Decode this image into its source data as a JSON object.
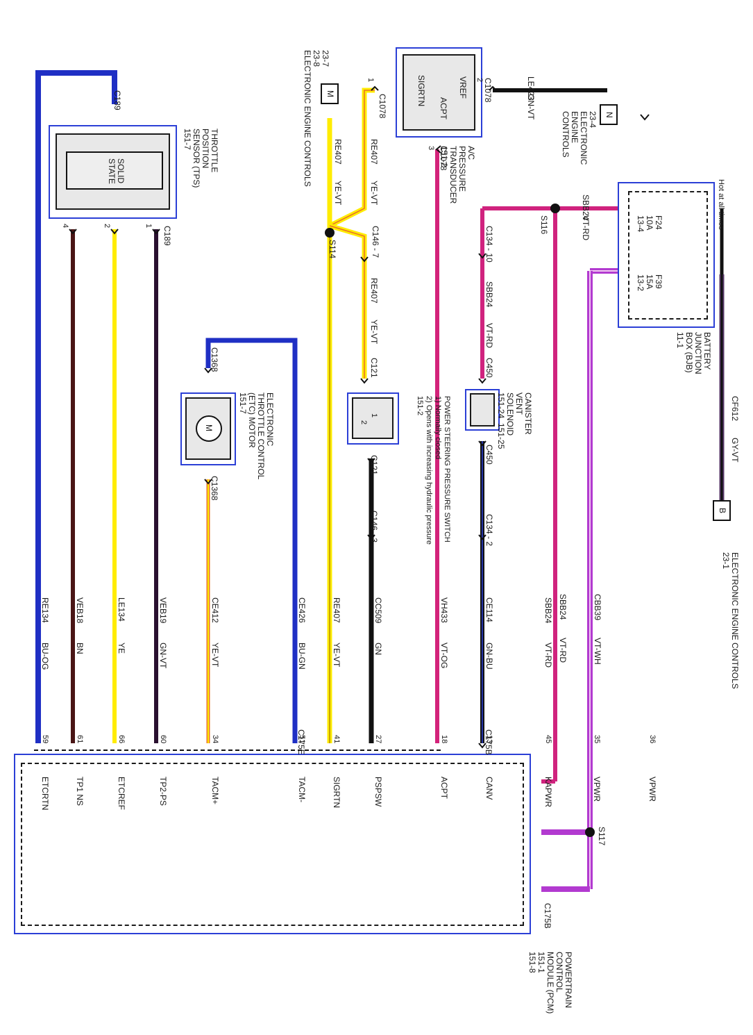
{
  "colors": {
    "blue": "#1f2fc4",
    "magenta": "#d0237e",
    "pink": "#d3237a",
    "violet": "#b23ad0",
    "dark": "#111111",
    "brown": "#4a1616",
    "yellow": "#ffec00",
    "orange": "#e8702a",
    "box_border": "#2b3fd6"
  },
  "labels": {
    "hot": "Hot at all times",
    "bjb": "BATTERY\nJUNCTION\nBOX (BJB)\n11-1",
    "f24": "F24\n10A\n13-4",
    "f39": "F39\n15A\n13-2",
    "sbb24_top": "SBB24",
    "vtrd_top": "VT-RD",
    "s116": "S116",
    "cf612": "CF612",
    "gyvt": "GY-VT",
    "ref_b_letter": "B",
    "ref_b": "ELECTRONIC ENGINE CONTROLS\n23-1",
    "ref_n_letter": "N",
    "ref_n": "23-4\nELECTRONIC\nENGINE\nCONTROLS",
    "le423": "LE423",
    "gnvt_top": "GN-VT",
    "ac_vref": "VREF",
    "ac_acpt": "ACPT",
    "ac_sigrtn": "SIGRTN",
    "ac_title": "A/C\nPRESSURE\nTRANSDUCER\n151-2",
    "ac_c1078_2": "C1078",
    "ac_c1078_3": "C1078",
    "ac_c1078_1": "C1078",
    "pin_2": "2",
    "pin_3": "3",
    "pin_1": "1",
    "ref_m_letter": "M",
    "ref_m": "23-7\n23-8\nELECTRONIC ENGINE CONTROLS",
    "re407_a": "RE407",
    "yevt_a": "YE-VT",
    "re407_b": "RE407",
    "yevt_b": "YE-VT",
    "s114": "S114",
    "c146_7": "C146 - 7",
    "re407_c": "RE407",
    "yevt_c": "YE-VT",
    "c121_1": "C121",
    "ps_title": "POWER STEERING PRESSURE SWITCH\n1) Normally closed\n2) Opens with increasing hydraulic pressure\n151-2",
    "sw_1": "1",
    "sw_2": "2",
    "c121_2": "C121",
    "c146_3": "C146 - 3",
    "c134_10": "C134 - 10",
    "sbb24_mid": "SBB24",
    "vtrd_mid": "VT-RD",
    "c450_2": "C450",
    "cv_title": "CANISTER\nVENT\nSOLENOID\n151-24  151-25",
    "c450_1": "C450",
    "c134_2": "C134 - 2",
    "etc_title": "ELECTRONIC\nTHROTTLE CONTROL\n(ETC) MOTOR\n151-7",
    "etc_m": "M",
    "c1368_2": "C1368",
    "c1368_1": "C1368",
    "tps_title": "THROTTLE\nPOSITION\nSENSOR (TPS)\n151-7",
    "solid": "SOLID\nSTATE",
    "c189_top": "C189",
    "c189_pins": "C189",
    "tp_4": "4",
    "tp_2": "2",
    "tp_1": "1",
    "pcm_title": "POWERTRAIN\nCONTROL\nMODULE (PCM)\n151-1\n151-8",
    "c175e": "C175E",
    "c175b_top": "C175B",
    "c175b_bot": "C175B",
    "s117": "S117",
    "cbb39": "CBB39",
    "vtwh": "VT-WH",
    "sbb24_long": "SBB24",
    "vtrd_long": "VT-RD"
  },
  "wires": [
    {
      "code": "RE134",
      "color": "BU-OG",
      "pin": "59",
      "signal": "ETCRTN"
    },
    {
      "code": "VEB18",
      "color": "BN",
      "pin": "61",
      "signal": "TP1 NS"
    },
    {
      "code": "LE134",
      "color": "YE",
      "pin": "66",
      "signal": "ETCREF"
    },
    {
      "code": "VEB19",
      "color": "GN-VT",
      "pin": "60",
      "signal": "TP2-PS"
    },
    {
      "code": "CE412",
      "color": "YE-VT",
      "pin": "34",
      "signal": "TACM+"
    },
    {
      "code": "CE426",
      "color": "BU-GN",
      "pin": "51",
      "signal": "TACM-"
    },
    {
      "code": "RE407",
      "color": "YE-VT",
      "pin": "41",
      "signal": "SIGRTN"
    },
    {
      "code": "CC509",
      "color": "GN",
      "pin": "27",
      "signal": "PSPSW"
    },
    {
      "code": "VH433",
      "color": "VT-OG",
      "pin": "18",
      "signal": "ACPT"
    },
    {
      "code": "CE114",
      "color": "GN-BU",
      "pin": "13",
      "signal": "CANV"
    },
    {
      "code": "SBB24",
      "color": "VT-RD",
      "pin": "45",
      "signal": "KAPWR"
    },
    {
      "code": "",
      "color": "",
      "pin": "35",
      "signal": "VPWR"
    },
    {
      "code": "",
      "color": "",
      "pin": "36",
      "signal": "VPWR"
    }
  ]
}
